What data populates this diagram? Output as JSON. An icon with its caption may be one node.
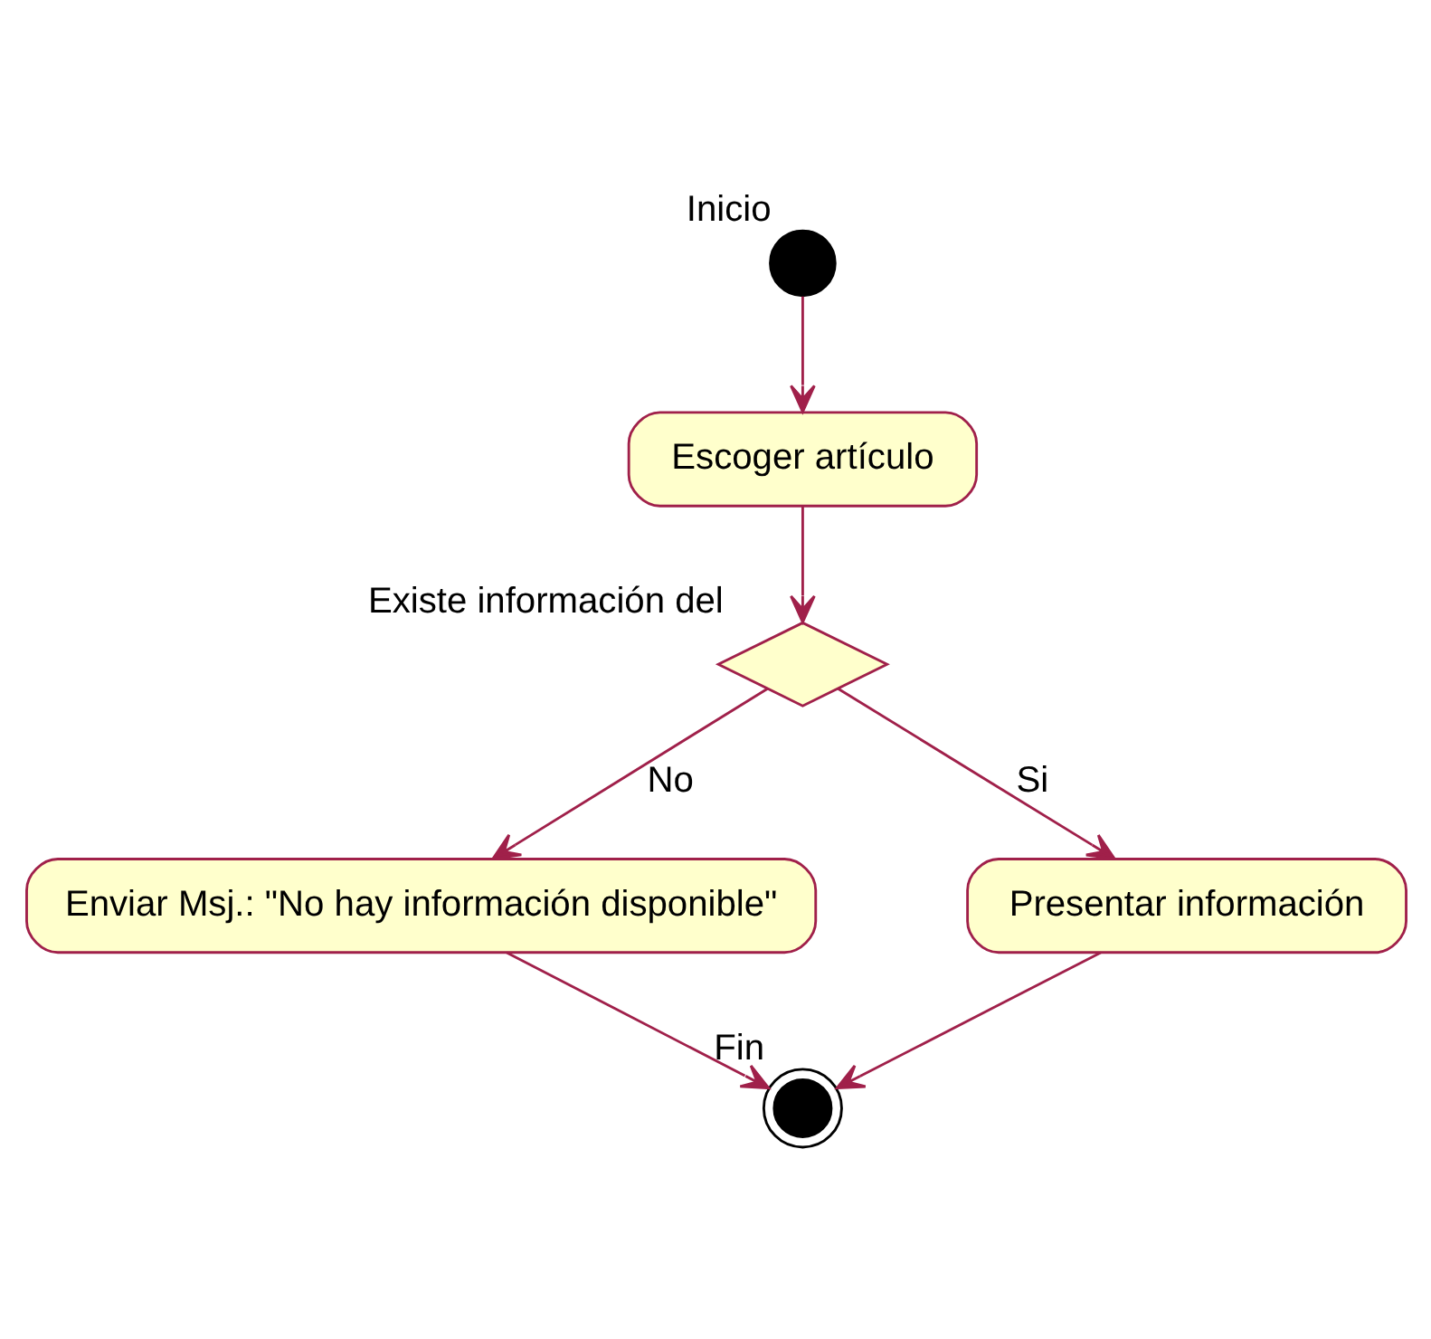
{
  "diagram": {
    "nodes": [
      {
        "text": [],
        "shape": "circle",
        "beside": [
          "Inicio"
        ]
      },
      {
        "text": [
          "Escoger artículo"
        ]
      },
      {
        "text": [],
        "shape": "diamond",
        "beside": [
          "Existe información del"
        ]
      },
      {
        "text": [
          "Enviar Msj.: \"No hay información disponible\""
        ]
      },
      {
        "text": [
          "Presentar información"
        ]
      },
      {
        "text": [],
        "shape": "bullseye",
        "beside": [
          "Fin"
        ]
      }
    ],
    "edges": [
      {
        "from": 0,
        "to": 1,
        "arrow": "to"
      },
      {
        "from": 1,
        "to": 2,
        "arrow": "to"
      },
      {
        "from": 2,
        "to": 3,
        "arrow": "to",
        "label": "No"
      },
      {
        "from": 2,
        "to": 4,
        "arrow": "to",
        "label": "Si"
      },
      {
        "from": 3,
        "to": 5,
        "arrow": "to"
      },
      {
        "from": 4,
        "to": 5,
        "arrow": "to"
      }
    ]
  }
}
